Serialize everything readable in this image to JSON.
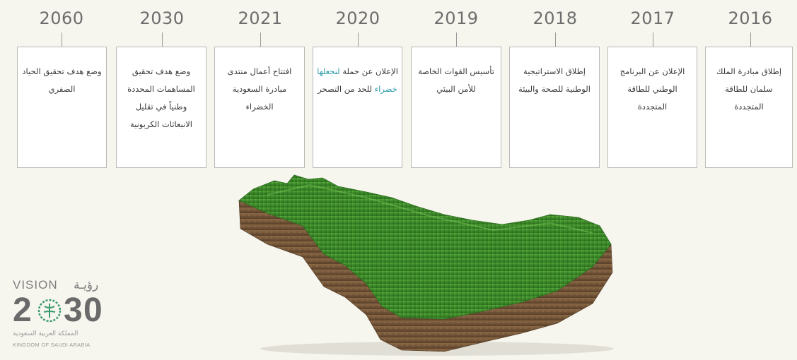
{
  "timeline": [
    {
      "year": "2060",
      "text": "وضع هدف تحقيق الحياد الصفري"
    },
    {
      "year": "2030",
      "text": "وضع هدف تحقيق المساهمات المحددة وطنياً في تقليل الانبعاثات الكربونية"
    },
    {
      "year": "2021",
      "text": "افتتاح أعمال منتدى مبادرة السعودية الخضراء"
    },
    {
      "year": "2020",
      "text_before": "الإعلان عن حملة",
      "text_highlight": "لنجعلها خضراء",
      "text_after": "للحد من التصحر"
    },
    {
      "year": "2019",
      "text": "تأسيس القوات الخاصة للأمن البيئي"
    },
    {
      "year": "2018",
      "text": "إطلاق الاستراتيجية الوطنية للصحة والبيئة"
    },
    {
      "year": "2017",
      "text": "الإعلان عن البرنامج الوطني للطاقة المتجددة"
    },
    {
      "year": "2016",
      "text": "إطلاق مبادرة الملك سلمان للطاقة المتجددة"
    }
  ],
  "logo": {
    "vision": "VISION",
    "vision_ar": "رؤيـة",
    "digit_1": "2",
    "digit_3": "3",
    "digit_4": "0",
    "kingdom_ar": "المملكة العربية السعودية",
    "kingdom_en": "KINGDOM OF SAUDI ARABIA"
  },
  "colors": {
    "highlight": "#2c9aa8",
    "grass": "#3f8f2c",
    "soil": "#7a5a3c"
  }
}
